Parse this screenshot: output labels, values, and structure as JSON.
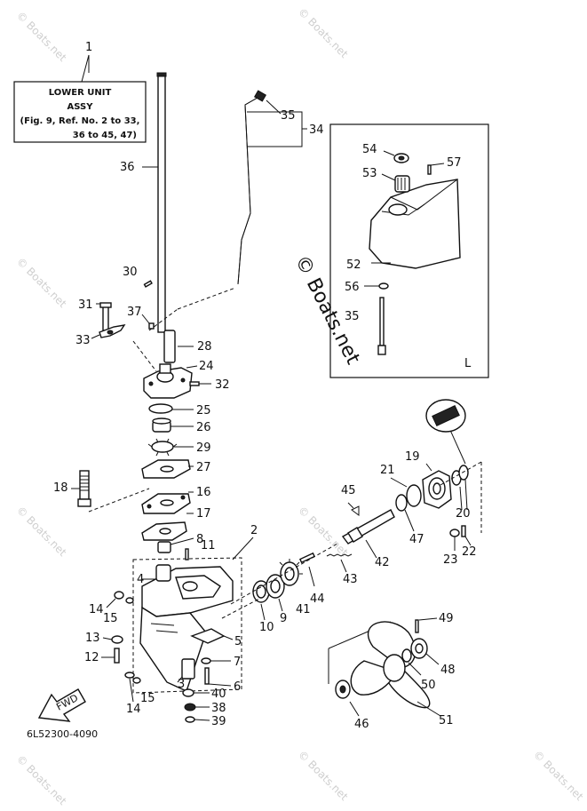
{
  "diagram": {
    "box": {
      "ref": "1",
      "line1": "LOWER UNIT",
      "line2": "ASSY",
      "line3": "(Fig. 9, Ref. No. 2 to 33,",
      "line4": "36 to 45, 47)"
    },
    "inset_letter": "L",
    "drawing_number": "6L52300-4090",
    "fwd_label": "FWD",
    "watermarks": [
      "© Boats.net",
      "© Boats.net",
      "© Boats.net",
      "© Boats.net",
      "© Boats.net",
      "© Boats.net",
      "© Boats.net",
      "© Boats.net"
    ],
    "center_watermark": "© Boats.net",
    "labels": {
      "l1": "1",
      "l2": "2",
      "l3": "3",
      "l4": "4",
      "l5": "5",
      "l6": "6",
      "l7": "7",
      "l8": "8",
      "l9": "9",
      "l10": "10",
      "l11": "11",
      "l12": "12",
      "l13": "13",
      "l14a": "14",
      "l14b": "14",
      "l15a": "15",
      "l15b": "15",
      "l16": "16",
      "l17": "17",
      "l18": "18",
      "l19": "19",
      "l20": "20",
      "l21": "21",
      "l22": "22",
      "l23": "23",
      "l24": "24",
      "l25": "25",
      "l26": "26",
      "l27": "27",
      "l28": "28",
      "l29": "29",
      "l30": "30",
      "l31": "31",
      "l32": "32",
      "l33": "33",
      "l34": "34",
      "l35a": "35",
      "l35b": "35",
      "l36": "36",
      "l37": "37",
      "l38": "38",
      "l39": "39",
      "l40": "40",
      "l41": "41",
      "l42": "42",
      "l43": "43",
      "l44": "44",
      "l45": "45",
      "l46": "46",
      "l47": "47",
      "l48": "48",
      "l49": "49",
      "l50": "50",
      "l51": "51",
      "l52": "52",
      "l53": "53",
      "l54": "54",
      "l56": "56",
      "l57": "57"
    }
  }
}
